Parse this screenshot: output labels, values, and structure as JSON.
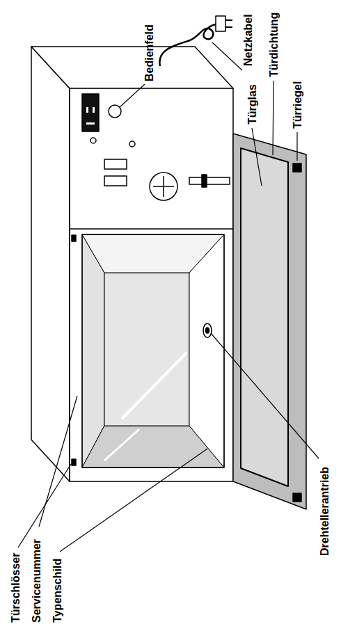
{
  "diagram": {
    "labels": [
      "Türschlösser",
      "Servicenummer",
      "Typenschild",
      "Drehtellerantrieb",
      "Bedienfeld",
      "Netzkabel",
      "Türglas",
      "Türdichtung",
      "Türriegel"
    ]
  }
}
